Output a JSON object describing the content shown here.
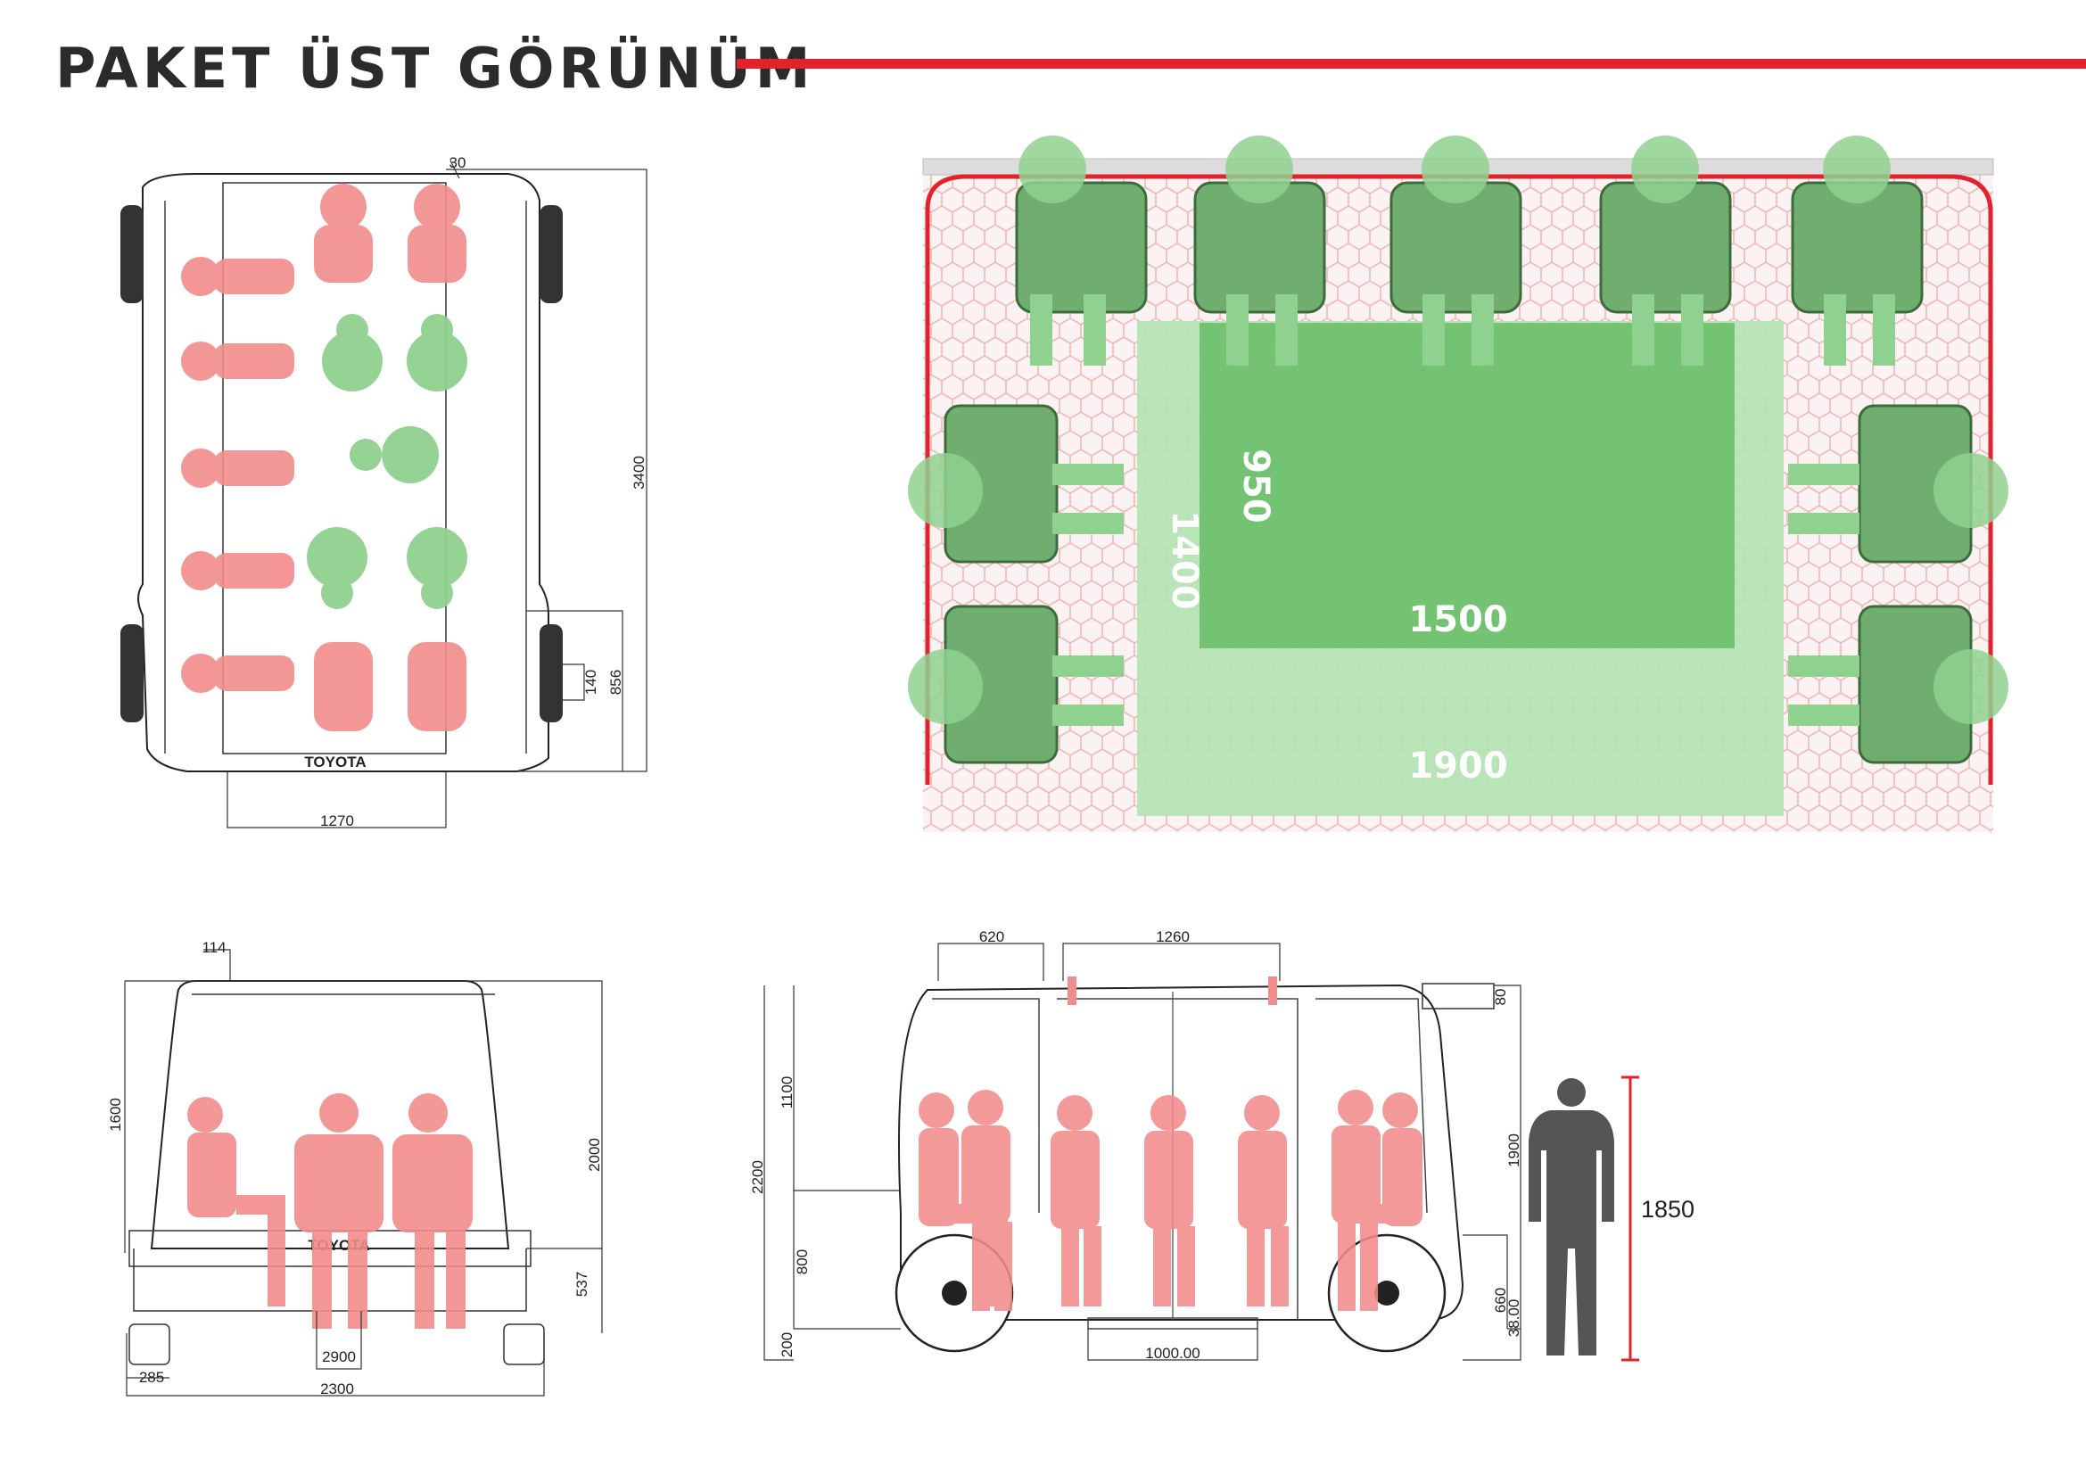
{
  "page": {
    "title": "PAKET ÜST GÖRÜNÜM"
  },
  "colors": {
    "accent": "#e3232c",
    "passenger_red": "#f28b8b",
    "passenger_green": "#8fd18f",
    "line": "#222222"
  },
  "top_view": {
    "dims": {
      "d30": "30",
      "d3400": "3400",
      "d140": "140",
      "d856": "856",
      "d1270": "1270"
    },
    "brand": "TOYOTA"
  },
  "floor_plan": {
    "dims": {
      "d950": "950",
      "d1400": "1400",
      "d1500": "1500",
      "d1900": "1900"
    }
  },
  "front_view": {
    "dims": {
      "d114": "114",
      "d1600": "1600",
      "d2000": "2000",
      "d537": "537",
      "d2900": "2900",
      "d285": "285",
      "d2300": "2300"
    },
    "brand": "TOYOTA"
  },
  "side_view": {
    "dims": {
      "d620": "620",
      "d1260": "1260",
      "d80": "80",
      "d1100": "1100",
      "d2200": "2200",
      "d800": "800",
      "d200": "200",
      "d1900": "1900",
      "d660": "660",
      "d38": "38.00",
      "d1000": "1000.00"
    },
    "human_height": "1850"
  }
}
